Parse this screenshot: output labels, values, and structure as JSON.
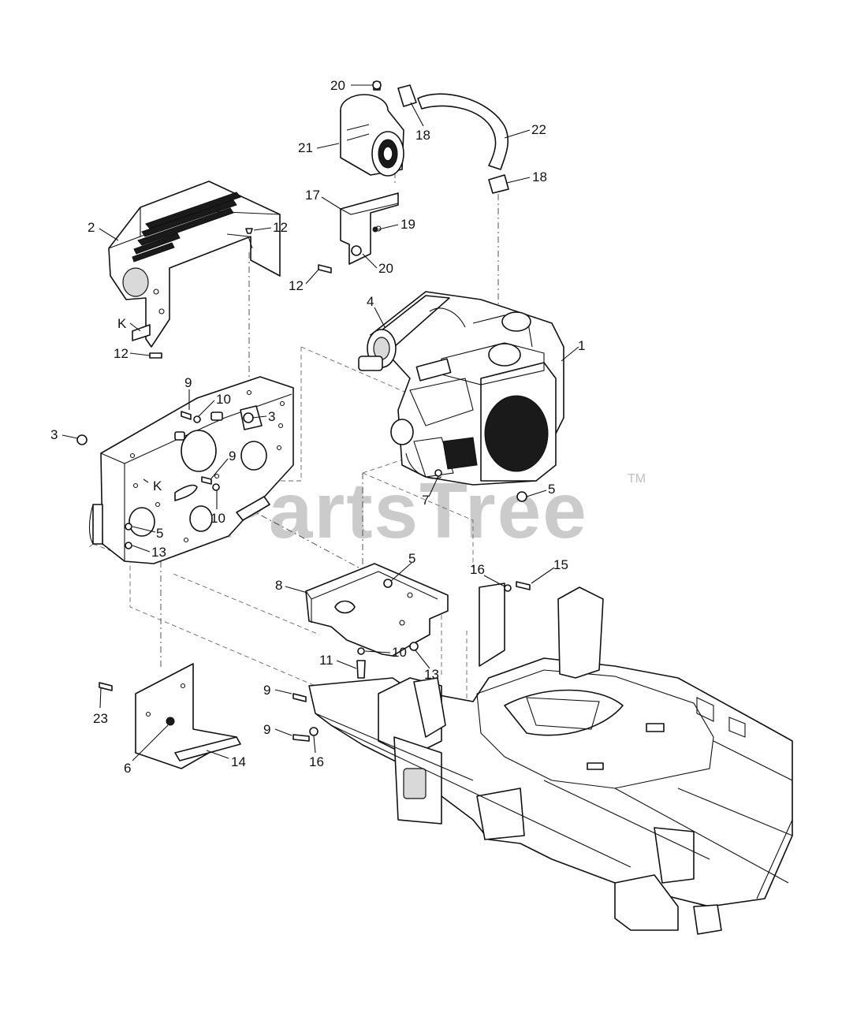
{
  "watermark": {
    "text": "PartsTree",
    "trademark": "TM"
  },
  "callouts": [
    {
      "label": "20"
    },
    {
      "label": "18"
    },
    {
      "label": "22"
    },
    {
      "label": "21"
    },
    {
      "label": "18"
    },
    {
      "label": "17"
    },
    {
      "label": "19"
    },
    {
      "label": "2"
    },
    {
      "label": "12"
    },
    {
      "label": "20"
    },
    {
      "label": "12"
    },
    {
      "label": "4"
    },
    {
      "label": "1"
    },
    {
      "label": "K"
    },
    {
      "label": "12"
    },
    {
      "label": "9"
    },
    {
      "label": "10"
    },
    {
      "label": "3"
    },
    {
      "label": "3"
    },
    {
      "label": "9"
    },
    {
      "label": "K"
    },
    {
      "label": "10"
    },
    {
      "label": "7"
    },
    {
      "label": "5"
    },
    {
      "label": "5"
    },
    {
      "label": "13"
    },
    {
      "label": "5"
    },
    {
      "label": "8"
    },
    {
      "label": "16"
    },
    {
      "label": "15"
    },
    {
      "label": "10"
    },
    {
      "label": "11"
    },
    {
      "label": "13"
    },
    {
      "label": "9"
    },
    {
      "label": "23"
    },
    {
      "label": "9"
    },
    {
      "label": "16"
    },
    {
      "label": "6"
    },
    {
      "label": "14"
    }
  ]
}
